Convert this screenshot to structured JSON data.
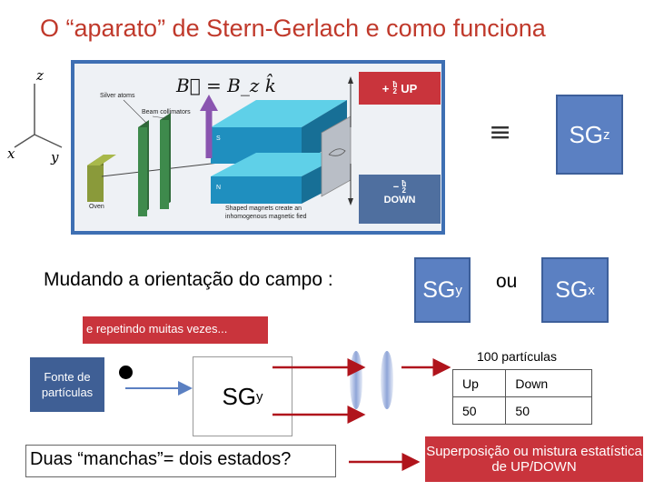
{
  "title": "O “aparato” de Stern-Gerlach e como funciona",
  "axes": {
    "z": "z",
    "x": "x",
    "y": "y"
  },
  "figure": {
    "field_eq": "B⃗ = B_z k̂",
    "silver_atoms": "Silver atoms",
    "beam_collimators": "Beam collimators",
    "oven": "Oven",
    "magnets_caption_1": "Shaped magnets create an",
    "magnets_caption_2": "inhomogenous magnetic fied",
    "pole_s": "S",
    "pole_n": "N",
    "up": {
      "sign": "+",
      "num": "ħ",
      "den": "2",
      "label": "UP"
    },
    "down": {
      "sign": "−",
      "num": "ħ",
      "den": "2",
      "label": "DOWN"
    }
  },
  "equiv": "≡",
  "sgz": {
    "main": "SG",
    "sub": "z"
  },
  "mudando": "Mudando a orientação do campo :",
  "sgy_top": {
    "main": "SG",
    "sub": "y"
  },
  "ou": "ou",
  "sgx": {
    "main": "SG",
    "sub": "x"
  },
  "repetindo": "e repetindo muitas vezes...",
  "fonte": "Fonte de partículas",
  "sg_box": {
    "main": "SG",
    "sub": "y"
  },
  "table": {
    "caption": "100 partículas",
    "headers": [
      "Up",
      "Down"
    ],
    "values": [
      "50",
      "50"
    ]
  },
  "duas": "Duas “manchas”= dois estados?",
  "superpos": "Superposição ou mistura estatística de UP/DOWN",
  "colors": {
    "title": "#c0392b",
    "red_box": "#c9343c",
    "blue_box": "#5b80c2",
    "arrow": "#b0141c"
  }
}
